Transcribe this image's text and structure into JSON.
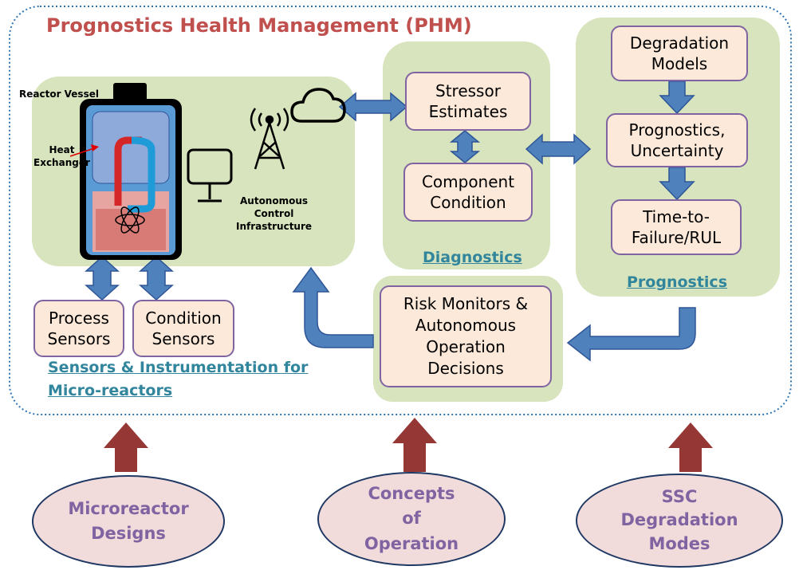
{
  "title": "Prognostics Health Management (PHM)",
  "reactor": {
    "vessel_label": "Reactor Vessel",
    "heat_exchanger_label": "Heat\nExchanger",
    "control_label": "Autonomous\nControl\nInfrastructure"
  },
  "sensors": {
    "process": "Process\nSensors",
    "condition": "Condition\nSensors",
    "section_label": "Sensors & Instrumentation for\nMicro-reactors"
  },
  "diagnostics": {
    "stressor": "Stressor\nEstimates",
    "component": "Component\nCondition",
    "label": "Diagnostics"
  },
  "prognostics": {
    "degradation": "Degradation\nModels",
    "uncertainty": "Prognostics,\nUncertainty",
    "ttf": "Time-to-\nFailure/RUL",
    "label": "Prognostics"
  },
  "risk": {
    "text": "Risk Monitors &\nAutonomous\nOperation\nDecisions"
  },
  "inputs": {
    "microreactor": "Microreactor\nDesigns",
    "concepts": "Concepts\nof\nOperation",
    "ssc": "SSC\nDegradation\nModes"
  },
  "colors": {
    "title": "#c0504d",
    "panel": "#d7e4bd",
    "box_fill": "#fde9d9",
    "box_border": "#8064a2",
    "arrow_blue": "#4f81bd",
    "arrow_red": "#953735",
    "section_label": "#31859c",
    "oval_fill": "#f2dcdb",
    "oval_text": "#8064a2"
  }
}
